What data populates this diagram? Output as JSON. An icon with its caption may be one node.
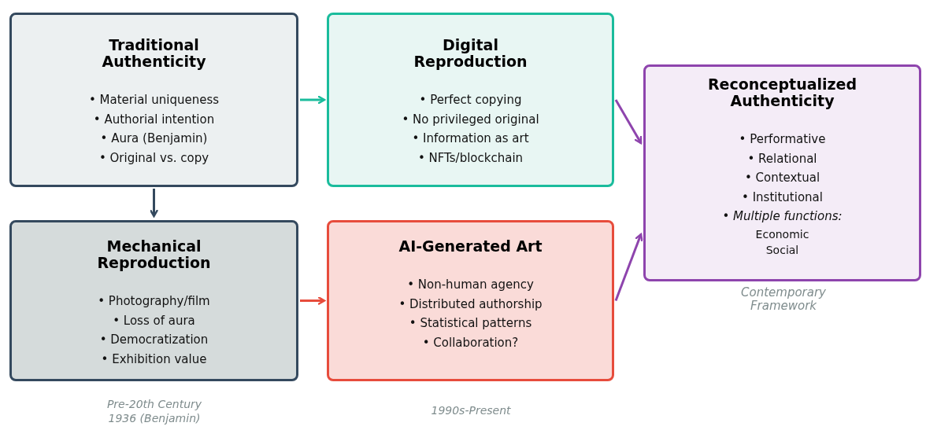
{
  "diagram": {
    "nodes": [
      {
        "text": [
          "Traditional Authenticity",
          "• Material uniqueness",
          "• Authorial intention",
          "• Aura (Benjamin)",
          "• Original vs. copy"
        ]
      },
      {
        "text": [
          "Digital Reproduction",
          "• Perfect copying",
          "• No privileged original",
          "• Information as art",
          "• NFTs/blockchain"
        ]
      },
      {
        "text": [
          "Mechanical Reproduction",
          "• Photography/film",
          "• Loss of aura",
          "• Democratization",
          "• Exhibition value"
        ]
      },
      {
        "text": [
          "AI-Generated Art",
          "• Non-human agency",
          "• Distributed authorship",
          "• Statistical patterns",
          "• Collaboration?"
        ]
      },
      {
        "text": [
          "Reconceptualized Authenticity",
          "• Performative",
          "• Relational",
          "• Contextual",
          "• Institutional",
          "• *Multiple functions:*",
          "Economic",
          "Social"
        ],
        "beside": [
          "Contemporary Framework"
        ]
      }
    ],
    "edges": [
      {
        "from": 0,
        "to": 1,
        "arrow": "to",
        "color": "#1abc9c"
      },
      {
        "from": 0,
        "to": 2,
        "arrow": "to",
        "color": "#34495e"
      },
      {
        "from": 2,
        "to": 3,
        "arrow": "to",
        "color": "#e74c3c"
      },
      {
        "from": 1,
        "to": 4,
        "arrow": "to",
        "color": "#8e44ad"
      },
      {
        "from": 3,
        "to": 4,
        "arrow": "to",
        "color": "#8e44ad"
      }
    ],
    "labels": [
      "Pre-20th Century",
      "1936 (Benjamin)",
      "1990s-Present"
    ]
  }
}
